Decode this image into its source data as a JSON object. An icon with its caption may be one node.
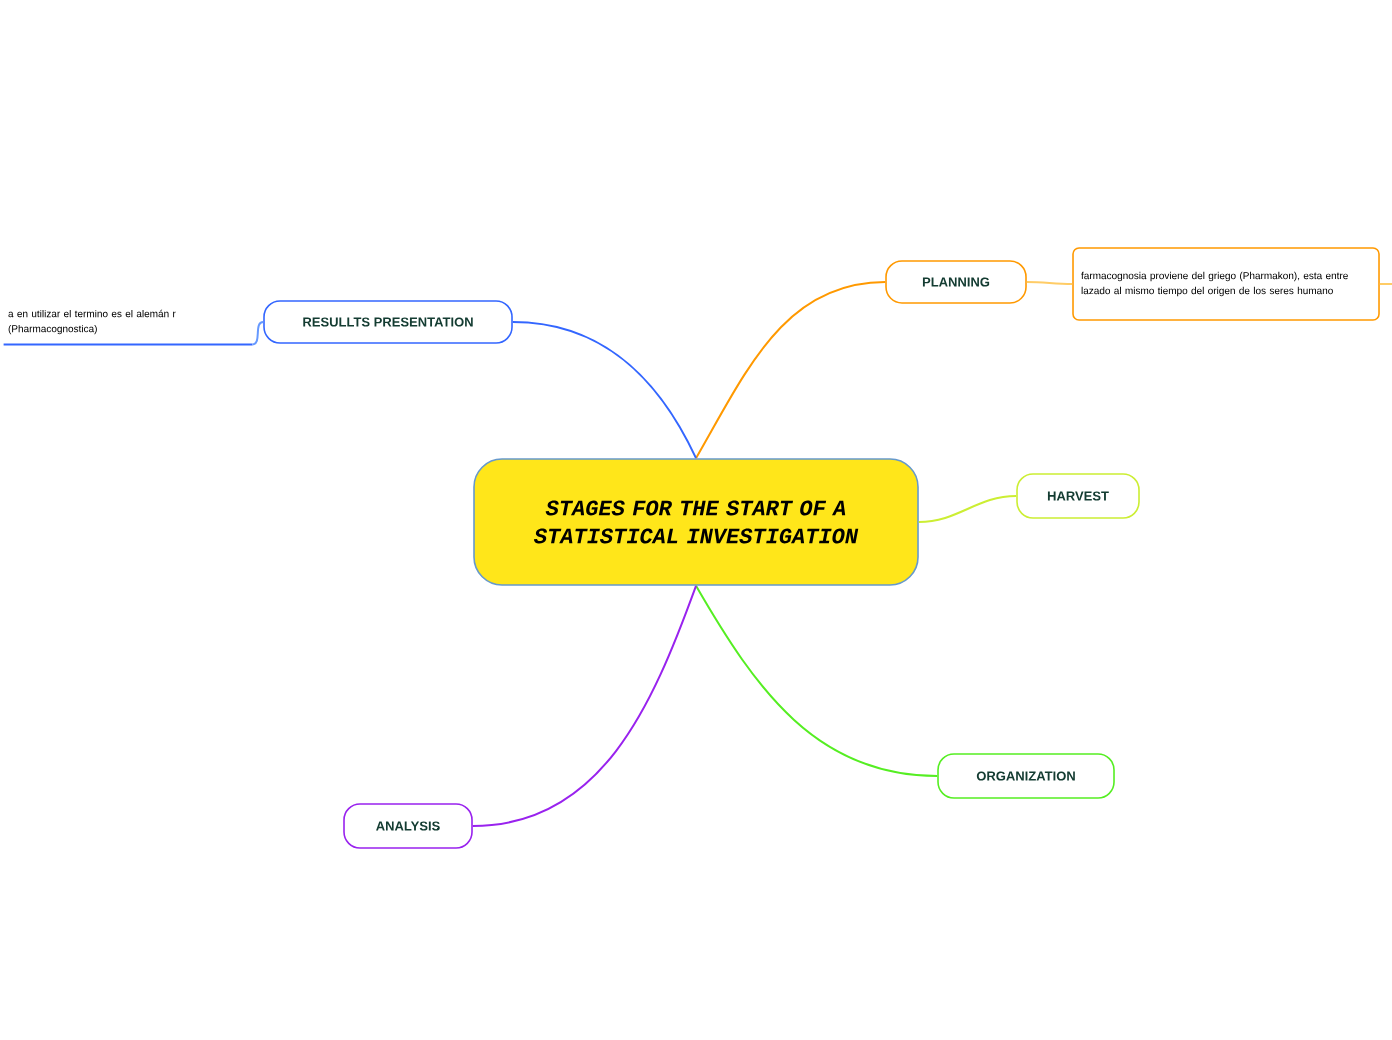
{
  "diagram": {
    "nodes": [
      {
        "text": [
          "STAGES FOR THE START OF A STATISTICAL INVESTIGATION"
        ]
      },
      {
        "text": [
          "PLANNING"
        ]
      },
      {
        "text": [
          "farmacognosia proviene del griego (Pharmakon), esta entre lazado al mismo tiempo del origen de los seres humano"
        ]
      },
      {
        "text": [
          "HARVEST"
        ]
      },
      {
        "text": [
          "ORGANIZATION"
        ]
      },
      {
        "text": [
          "ANALYSIS"
        ]
      },
      {
        "text": [
          "RESULLTS PRESENTATION"
        ]
      },
      {
        "text": [
          "a en utilizar el termino es el alemán r (Pharmacognostica)"
        ]
      }
    ],
    "edges": [
      {
        "from": 0,
        "to": 1,
        "arrow": "none",
        "color": "#ff9900"
      },
      {
        "from": 1,
        "to": 2,
        "arrow": "none",
        "color": "#ffcc66"
      },
      {
        "from": 2,
        "to": null,
        "arrow": "none",
        "color": "#ffcc66"
      },
      {
        "from": 0,
        "to": 3,
        "arrow": "none",
        "color": "#ccee33"
      },
      {
        "from": 0,
        "to": 4,
        "arrow": "none",
        "color": "#55ee22"
      },
      {
        "from": 0,
        "to": 5,
        "arrow": "none",
        "color": "#9922ee"
      },
      {
        "from": 0,
        "to": 6,
        "arrow": "none",
        "color": "#3366ff"
      },
      {
        "from": 6,
        "to": 7,
        "arrow": "none",
        "color": "#6699ff"
      }
    ]
  }
}
